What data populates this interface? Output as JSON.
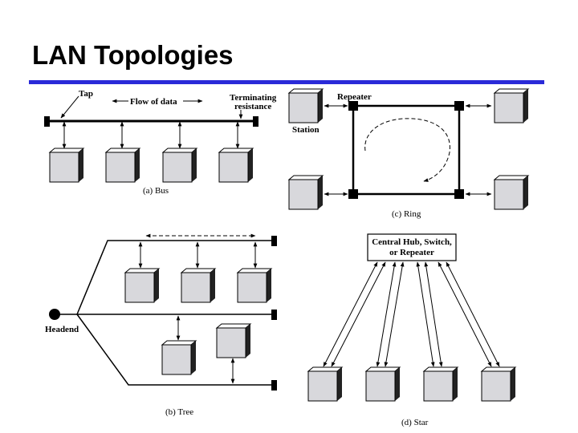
{
  "title": "LAN Topologies",
  "accent_color": "#2a2ad8",
  "bus": {
    "label_tap": "Tap",
    "label_flow": "Flow of data",
    "label_terminating": "Terminating",
    "label_resistance": "resistance",
    "caption": "(a) Bus"
  },
  "ring": {
    "label_repeater": "Repeater",
    "label_station": "Station",
    "caption": "(c) Ring"
  },
  "tree": {
    "label_headend": "Headend",
    "caption": "(b) Tree"
  },
  "star": {
    "hub_line1": "Central Hub, Switch,",
    "hub_line2": "or Repeater",
    "caption": "(d) Star"
  }
}
